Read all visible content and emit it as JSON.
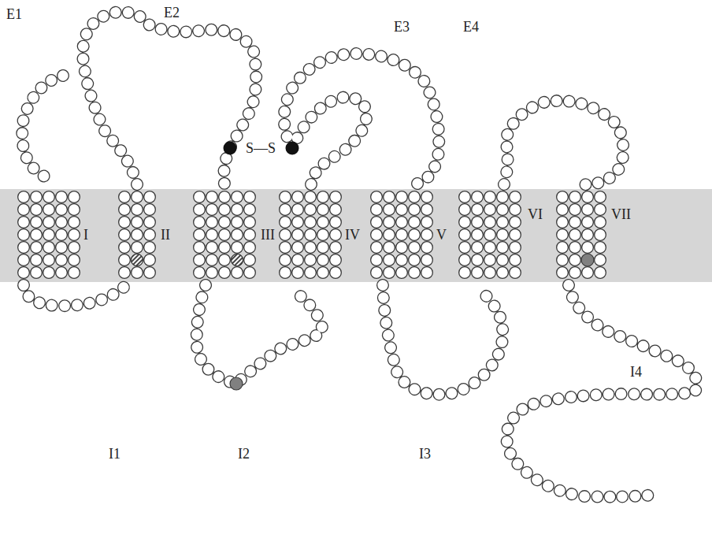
{
  "diagram": {
    "labels": [
      "E1",
      "E2",
      "E3",
      "E4",
      "I",
      "II",
      "III",
      "IV",
      "V",
      "VI",
      "VII",
      "S—S",
      "I1",
      "I2",
      "I3",
      "I4"
    ]
  }
}
